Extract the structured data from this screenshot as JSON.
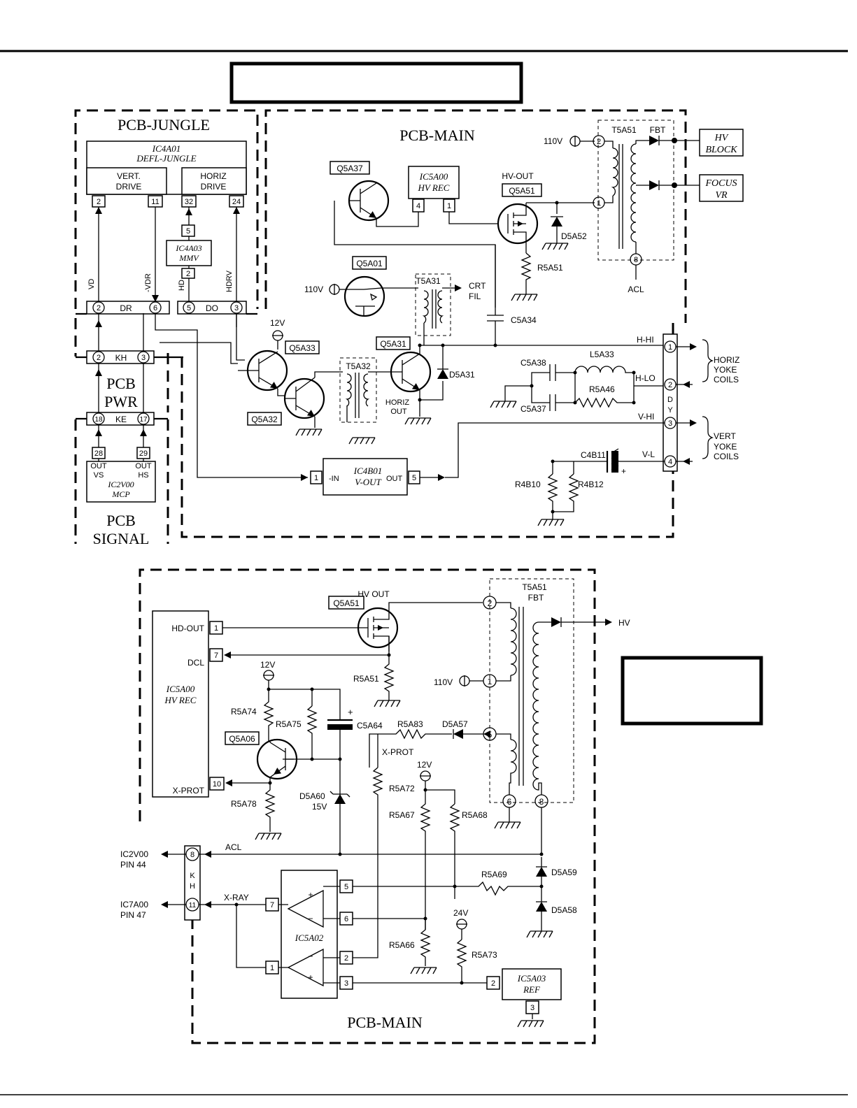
{
  "blank_title_box": "",
  "blank_side_box": "",
  "top": {
    "pcb_jungle": "PCB-JUNGLE",
    "pcb_main": "PCB-MAIN",
    "pcb_pwr_1": "PCB",
    "pcb_pwr_2": "PWR",
    "pcb_signal_1": "PCB",
    "pcb_signal_2": "SIGNAL",
    "ic4a01_1": "IC4A01",
    "ic4a01_2": "DEFL-JUNGLE",
    "vert_drive_1": "VERT.",
    "vert_drive_2": "DRIVE",
    "horiz_drive_1": "HORIZ",
    "horiz_drive_2": "DRIVE",
    "pin_2": "2",
    "pin_11": "11",
    "pin_32": "32",
    "pin_24": "24",
    "pin_5": "5",
    "pin_2b": "2",
    "ic4a03_1": "IC4A03",
    "ic4a03_2": "MMV",
    "sig_vd": "VD",
    "sig_vdr": "-VDR",
    "sig_hd": "HD",
    "sig_hdrv": "HDRV",
    "conn_dr": "DR",
    "conn_do": "DO",
    "conn_kh": "KH",
    "conn_ke": "KE",
    "c_dr2": "2",
    "c_dr6": "6",
    "c_do5": "5",
    "c_do3": "3",
    "c_kh2": "2",
    "c_kh3": "3",
    "c_ke18": "18",
    "c_ke17": "17",
    "pin_28": "28",
    "pin_29": "29",
    "out_vs_1": "OUT",
    "out_vs_2": "VS",
    "out_hs_1": "OUT",
    "out_hs_2": "HS",
    "ic2v00_1": "IC2V00",
    "ic2v00_2": "MCP",
    "q5a37": "Q5A37",
    "ic5a00_1": "IC5A00",
    "ic5a00_2": "HV  REC",
    "ic5a00_p4": "4",
    "ic5a00_p1": "1",
    "hv_out": "HV-OUT",
    "q5a51": "Q5A51",
    "d5a52": "D5A52",
    "r5a51": "R5A51",
    "v110_a": "110V",
    "t5a51": "T5A51",
    "fbt": "FBT",
    "t_p2": "2",
    "t_p1": "1",
    "t_p8": "8",
    "acl": "ACL",
    "hv_block_1": "HV",
    "hv_block_2": "BLOCK",
    "focus_1": "FOCUS",
    "focus_2": "VR",
    "q5a01": "Q5A01",
    "v110_b": "110V",
    "t5a31": "T5A31",
    "crt_fil_1": "CRT",
    "crt_fil_2": "FIL",
    "c5a34": "C5A34",
    "v12": "12V",
    "q5a33": "Q5A33",
    "q5a31": "Q5A31",
    "t5a32": "T5A32",
    "d5a31": "D5A31",
    "horiz_out_1": "HORIZ",
    "horiz_out_2": "OUT",
    "q5a32": "Q5A32",
    "c5a38": "C5A38",
    "l5a33": "L5A33",
    "r5a46": "R5A46",
    "c5a37": "C5A37",
    "h_hi": "H-HI",
    "h_lo": "H-LO",
    "v_hi": "V-HI",
    "v_l": "V-L",
    "dy_1": "1",
    "dy_2": "2",
    "dy_3": "3",
    "dy_4": "4",
    "dy_d": "D",
    "dy_y": "Y",
    "horiz_yoke_1": "HORIZ",
    "horiz_yoke_2": "YOKE",
    "horiz_yoke_3": "COILS",
    "vert_yoke_1": "VERT",
    "vert_yoke_2": "YOKE",
    "vert_yoke_3": "COILS",
    "c4b11": "C4B11",
    "plus": "+",
    "r4b10": "R4B10",
    "r4b12": "R4B12",
    "ic4b01_1": "IC4B01",
    "ic4b01_2": "V-OUT",
    "ic4b01_in": "-IN",
    "ic4b01_out": "OUT",
    "ic4b01_p1": "1",
    "ic4b01_p5": "5"
  },
  "bottom": {
    "hv_out": "HV  OUT",
    "q5a51": "Q5A51",
    "t5a51": "T5A51",
    "fbt": "FBT",
    "hv": "HV",
    "hd_out": "HD-OUT",
    "dcl": "DCL",
    "x_prot": "X-PROT",
    "p1": "1",
    "p7": "7",
    "p10": "10",
    "ic5a00_1": "IC5A00",
    "ic5a00_2": "HV  REC",
    "v12": "12V",
    "r5a51": "R5A51",
    "v110": "110V",
    "t_p2": "2",
    "t_p1": "1",
    "t_p5": "5",
    "t_p6": "6",
    "t_p8": "8",
    "r5a74": "R5A74",
    "r5a75": "R5A75",
    "c5a64": "C5A64",
    "plus": "+",
    "r5a83": "R5A83",
    "d5a57": "D5A57",
    "q5a06": "Q5A06",
    "x_prot_label": "X-PROT",
    "v12b": "12V",
    "r5a72": "R5A72",
    "r5a67": "R5A67",
    "r5a68": "R5A68",
    "r5a78": "R5A78",
    "d5a60_1": "D5A60",
    "d5a60_2": "15V",
    "ic2v00_1": "IC2V00",
    "ic2v00_2": "PIN  44",
    "ic7a00_1": "IC7A00",
    "ic7a00_2": "PIN  47",
    "acl": "ACL",
    "x_ray": "X-RAY",
    "kh_8": "8",
    "kh_11": "11",
    "kh_k": "K",
    "kh_h": "H",
    "d5a59": "D5A59",
    "d5a58": "D5A58",
    "r5a69": "R5A69",
    "op_p5": "5",
    "op_p6": "6",
    "op_p7": "7",
    "op_p2": "2",
    "op_p1": "1",
    "op_p3": "3",
    "op_plus": "+",
    "op_minus": "−",
    "op_minus2": "−",
    "op_plus2": "+",
    "ic5a02": "IC5A02",
    "v24": "24V",
    "r5a66": "R5A66",
    "r5a73": "R5A73",
    "ic5a03_1": "IC5A03",
    "ic5a03_2": "REF",
    "ic5a03_p2": "2",
    "ic5a03_p3": "3",
    "pcb_main": "PCB-MAIN"
  }
}
